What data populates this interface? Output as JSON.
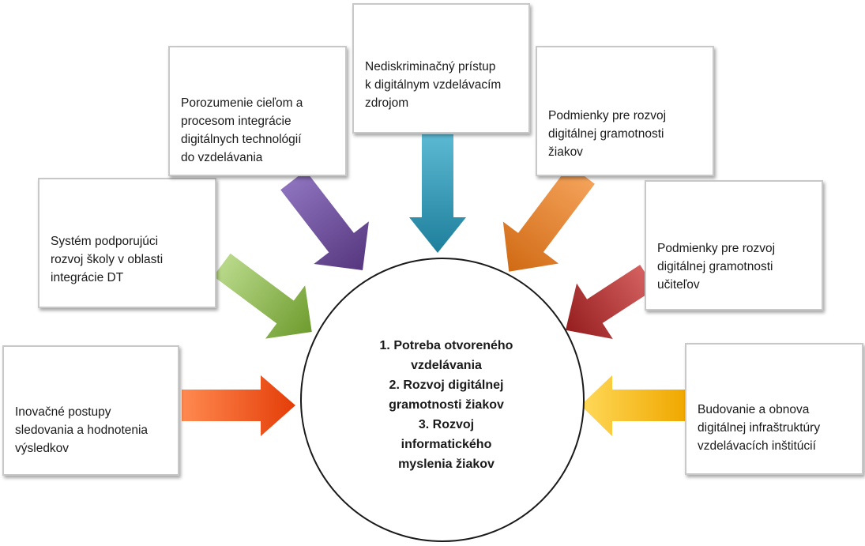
{
  "diagram": {
    "boxes": [
      {
        "id": "systém",
        "text": "Systém podporujúci\nrozvoj školy v oblasti\nintegrácie DT"
      },
      {
        "id": "porozumenie",
        "text": "Porozumenie cieľom a\nprocesom integrácie\ndigitálnych technológií\ndo vzdelávania"
      },
      {
        "id": "nediskriminacny",
        "text": "Nediskriminačný prístup\nk digitálnym vzdelávacím\nzdrojom"
      },
      {
        "id": "podmienky-ziakov",
        "text": "Podmienky pre rozvoj\ndigitálnej gramotnosti\nžiakov"
      },
      {
        "id": "podmienky-ucitelov",
        "text": "Podmienky pre rozvoj\ndigitálnej gramotnosti\nučiteľov"
      },
      {
        "id": "inovacne",
        "text": "Inovačné postupy\nsledovania a hodnotenia\nvýsledkov"
      },
      {
        "id": "budovanie",
        "text": "Budovanie a obnova\ndigitálnej infraštruktúry\nvzdelávacích inštitúcií"
      }
    ],
    "center": {
      "items": [
        "1.    Potreba otvoreného\nvzdelávania",
        "2.    Rozvoj digitálnej\ngramotnosti  žiakov",
        "3.    Rozvoj\ninformatického\nmyslenia žiakov"
      ]
    },
    "arrow_colors": {
      "green": "#7fae3a",
      "purple": "#6a4a9c",
      "teal": "#2b93b3",
      "orange": "#e07a24",
      "red": "#b02a2a",
      "red_orange": "#f05a1a",
      "yellow": "#f7b800"
    }
  }
}
